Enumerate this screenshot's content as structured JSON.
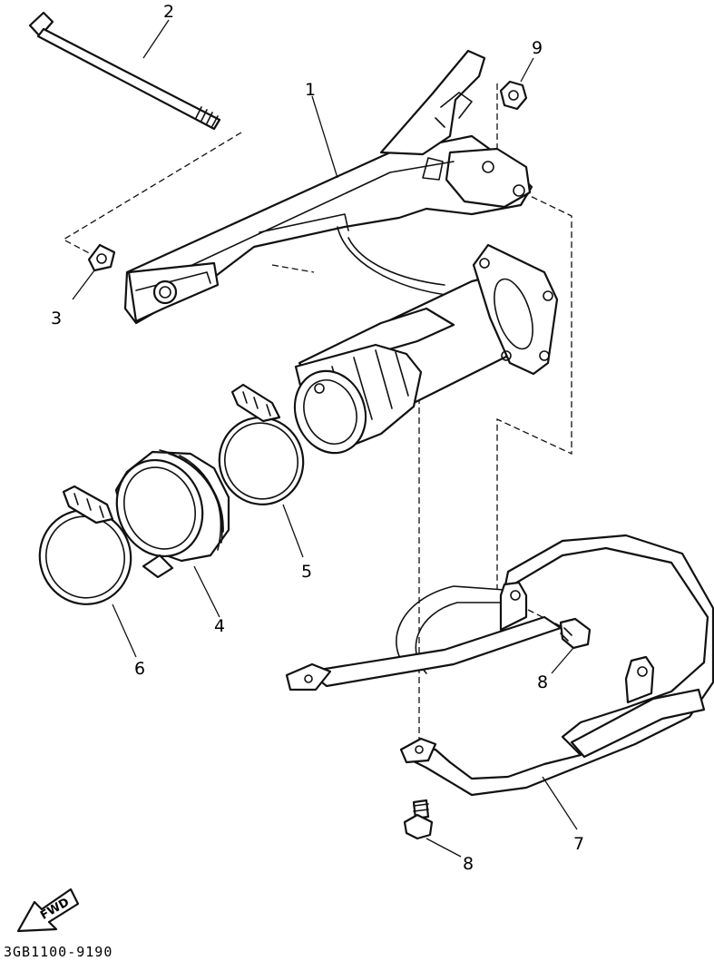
{
  "diagram": {
    "callouts": {
      "c1": "1",
      "c2": "2",
      "c3": "3",
      "c4": "4",
      "c5": "5",
      "c6": "6",
      "c7": "7",
      "c8a": "8",
      "c8b": "8",
      "c9": "9"
    },
    "fwd_label": "FWD",
    "drawing_code": "3GB1100-9190"
  }
}
